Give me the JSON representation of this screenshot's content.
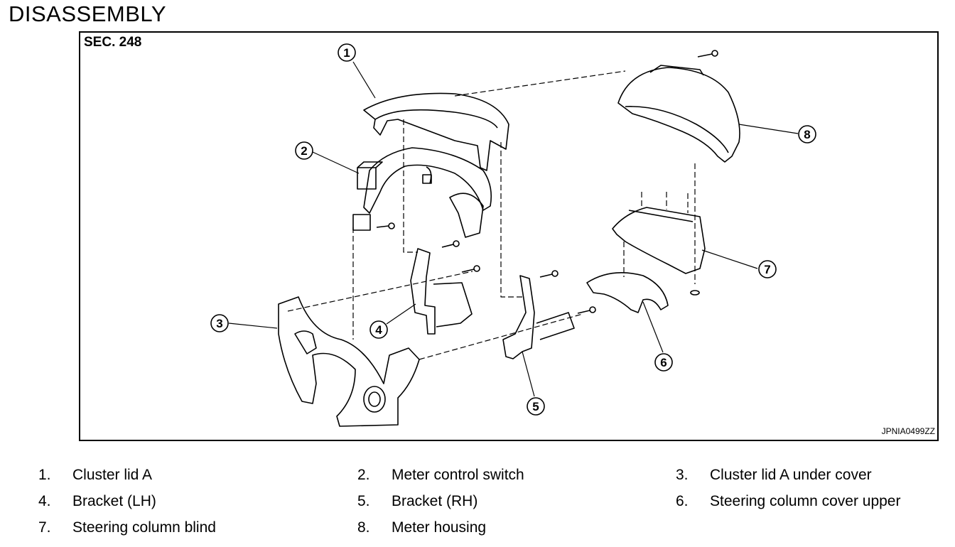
{
  "header": {
    "title": "DISASSEMBLY"
  },
  "figure": {
    "section": "SEC. 248",
    "figure_id": "JPNIA0499ZZ",
    "callouts": [
      "1",
      "2",
      "3",
      "4",
      "5",
      "6",
      "7",
      "8"
    ]
  },
  "legend": [
    {
      "num": "1.",
      "text": "Cluster lid A"
    },
    {
      "num": "2.",
      "text": "Meter control switch"
    },
    {
      "num": "3.",
      "text": "Cluster lid A under cover"
    },
    {
      "num": "4.",
      "text": "Bracket (LH)"
    },
    {
      "num": "5.",
      "text": "Bracket (RH)"
    },
    {
      "num": "6.",
      "text": "Steering column cover upper"
    },
    {
      "num": "7.",
      "text": "Steering column blind"
    },
    {
      "num": "8.",
      "text": "Meter housing"
    }
  ]
}
